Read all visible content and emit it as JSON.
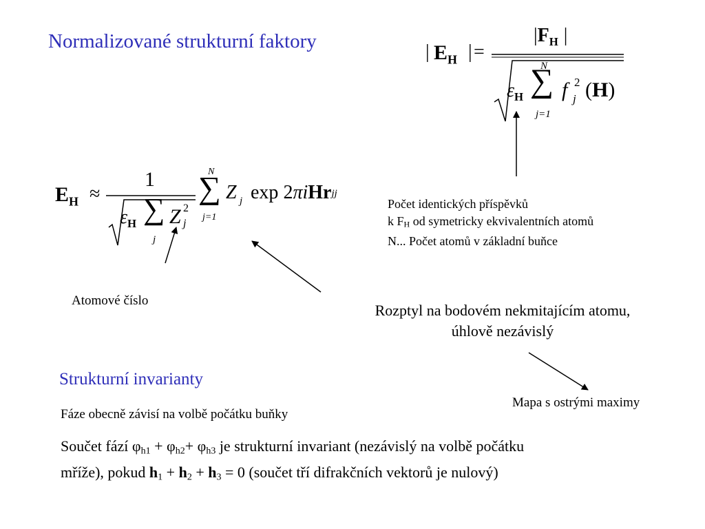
{
  "slide": {
    "title": "Normalizované strukturní faktory",
    "section2_title": "Strukturní invarianty",
    "accent_color": "#2e2eb8"
  },
  "formula1": {
    "lhs": "E",
    "lhs_sub": "H",
    "abs_bar": "|",
    "equals": "=",
    "num": "F",
    "num_sub": "H",
    "eps": "ε",
    "eps_sub": "H",
    "sum": "∑",
    "sum_top": "N",
    "sum_bottom": "j=1",
    "f": "f",
    "f_sup": "2",
    "f_sub": "j",
    "arg_open": "(",
    "arg": "H",
    "arg_close": ")"
  },
  "formula2": {
    "lhs": "E",
    "lhs_sub": "H",
    "approx": "≈",
    "num": "1",
    "eps": "ε",
    "eps_sub": "H",
    "sum": "∑",
    "sum_sub": "j",
    "Z": "Z",
    "Z_sup": "2",
    "Z_sub": "j",
    "sum2_top": "N",
    "sum2_bottom": "j=1",
    "Z2": "Z",
    "Z2_sub": "j",
    "exp": "exp",
    "two": "2",
    "pi": "π",
    "i": "i",
    "Hr": "Hr",
    "Hr_sub": "jj"
  },
  "annotations": {
    "identicky_line1": "Počet identických příspěvků",
    "identicky_line2_a": "k F",
    "identicky_line2_sub": "H",
    "identicky_line2_b": " od symetricky ekvivalentních atomů",
    "identicky_line3": "N... Počet atomů v základní buňce",
    "atomove_cislo": "Atomové číslo",
    "rozptyl_line1": "Rozptyl na bodovém nekmitajícím atomu,",
    "rozptyl_line2": "úhlově nezávislý",
    "mapa": "Mapa s ostrými maximy"
  },
  "invariants": {
    "faze": "Fáze obecně závisí na volbě počátku buňky",
    "p1": "Součet fází ",
    "phi": "φ",
    "h1": "h1",
    "plus": "+",
    "h2": "h2",
    "h3": "h3",
    "p1_rest": " je strukturní invariant (nezávislý na volbě počátku",
    "p2": "mříže), pokud ",
    "h": "h",
    "s1": "1",
    "s2": "2",
    "s3": "3",
    "p2_rest": " = 0 (součet tří difrakčních vektorů je nulový)"
  }
}
